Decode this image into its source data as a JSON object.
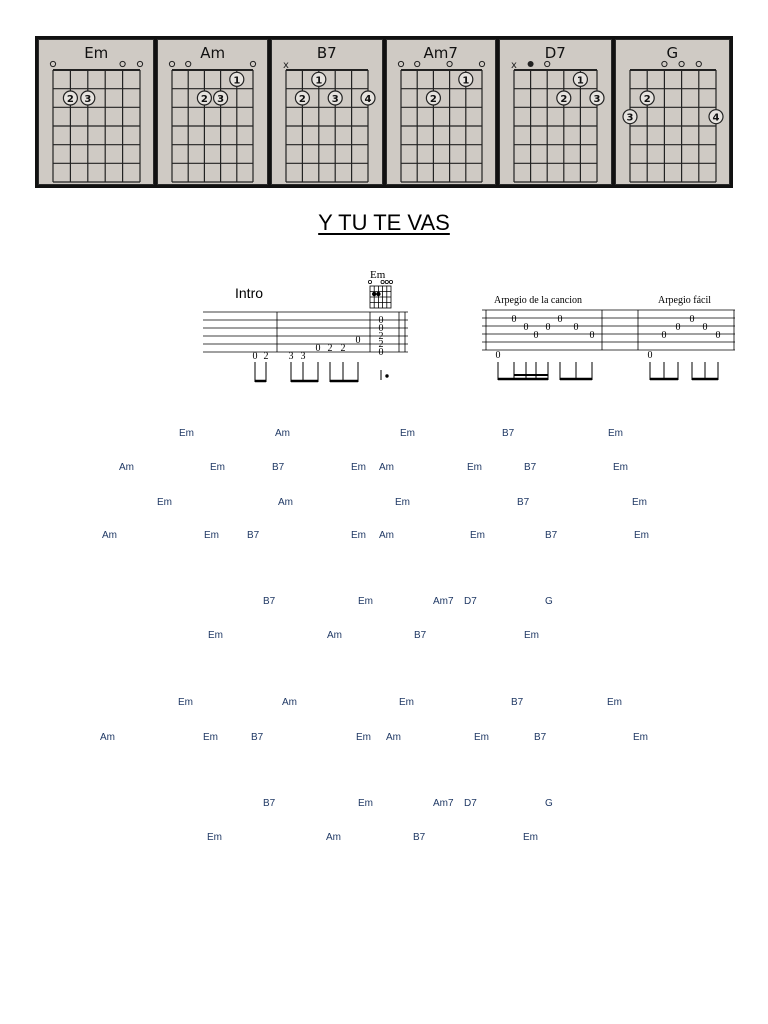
{
  "title": "Y TU TE VAS",
  "chord_diagrams": [
    {
      "name": "Em"
    },
    {
      "name": "Am"
    },
    {
      "name": "B7"
    },
    {
      "name": "Am7"
    },
    {
      "name": "D7"
    },
    {
      "name": "G"
    }
  ],
  "intro_tab": {
    "label": "Intro",
    "chord_label": "Em",
    "frets": [
      "0",
      "2",
      "3",
      "3",
      "0",
      "2",
      "2",
      "0"
    ],
    "end_chord": [
      "0",
      "0",
      "2",
      "2",
      "0"
    ]
  },
  "arpeggio_tab": {
    "label_song": "Arpegio de la cancion",
    "label_easy": "Arpegio fácil",
    "song_frets": [
      "0",
      "0",
      "0",
      "0",
      "0",
      "0",
      "0",
      "0"
    ],
    "easy_frets": [
      "0",
      "0",
      "0",
      "0",
      "0",
      "0"
    ]
  },
  "chord_lines": [
    [
      "Em",
      "Am",
      "Em",
      "B7",
      "Em"
    ],
    [
      "Am",
      "Em",
      "B7",
      "Em",
      "Am",
      "Em",
      "B7",
      "Em"
    ],
    [
      "Em",
      "Am",
      "Em",
      "B7",
      "Em"
    ],
    [
      "Am",
      "Em",
      "B7",
      "Em",
      "Am",
      "Em",
      "B7",
      "Em"
    ],
    [
      "B7",
      "Em",
      "Am7",
      "D7",
      "G"
    ],
    [
      "Em",
      "Am",
      "B7",
      "Em"
    ],
    [
      "Em",
      "Am",
      "Em",
      "B7",
      "Em"
    ],
    [
      "Am",
      "Em",
      "B7",
      "Em",
      "Am",
      "Em",
      "B7",
      "Em"
    ],
    [
      "B7",
      "Em",
      "Am7",
      "D7",
      "G"
    ],
    [
      "Em",
      "Am",
      "B7",
      "Em"
    ]
  ],
  "colors": {
    "chord_text": "#1f3864",
    "diagram_paper": "#cfcac4"
  }
}
